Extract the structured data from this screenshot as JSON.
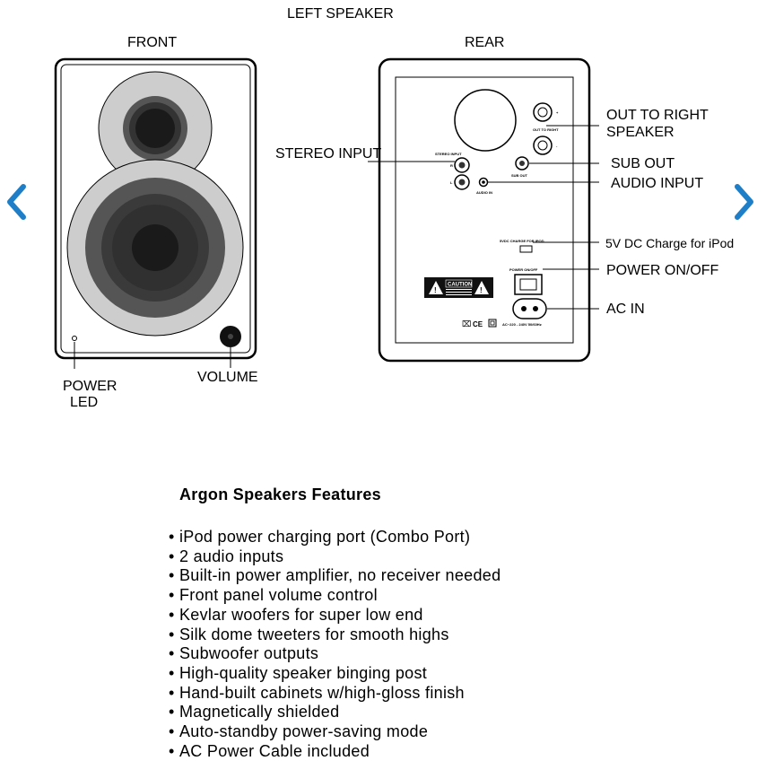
{
  "diagram": {
    "title": "LEFT SPEAKER",
    "front_label": "FRONT",
    "rear_label": "REAR",
    "callouts": {
      "stereo_input": "STEREO INPUT",
      "out_to_right_line1": "OUT TO RIGHT",
      "out_to_right_line2": "SPEAKER",
      "sub_out": "SUB OUT",
      "audio_input": "AUDIO INPUT",
      "charge_ipod": "5V DC Charge for iPod",
      "power_on_off": "POWER ON/OFF",
      "ac_in": "AC IN",
      "power_led_line1": "POWER",
      "power_led_line2": "LED",
      "volume": "VOLUME"
    },
    "panel_text": {
      "stereo_input": "STEREO INPUT",
      "r": "R",
      "l": "L",
      "audio_in": "AUDIO IN",
      "out_to_right": "OUT TO RIGHT",
      "plus": "+",
      "minus": "-",
      "sub_out": "SUB OUT",
      "charge": "5VDC CHARGE FOR IPOD",
      "power": "POWER ON/OFF",
      "caution": "CAUTION",
      "rating": "AC~220 - 240V 50/60Hz",
      "cert": "CE"
    }
  },
  "nav": {
    "prev_icon": "chevron-left-icon",
    "next_icon": "chevron-right-icon",
    "color": "#1e7fc8"
  },
  "features": {
    "title": "Argon Speakers Features",
    "bullet": "•",
    "items": [
      "iPod power charging port (Combo Port)",
      "2 audio inputs",
      "Built-in power amplifier, no receiver needed",
      "Front panel volume control",
      "Kevlar woofers for super low end",
      "Silk dome tweeters for smooth highs",
      "Subwoofer outputs",
      "High-quality speaker binging post",
      "Hand-built cabinets w/high-gloss finish",
      "Magnetically shielded",
      "Auto-standby power-saving mode",
      "AC Power Cable included"
    ]
  }
}
